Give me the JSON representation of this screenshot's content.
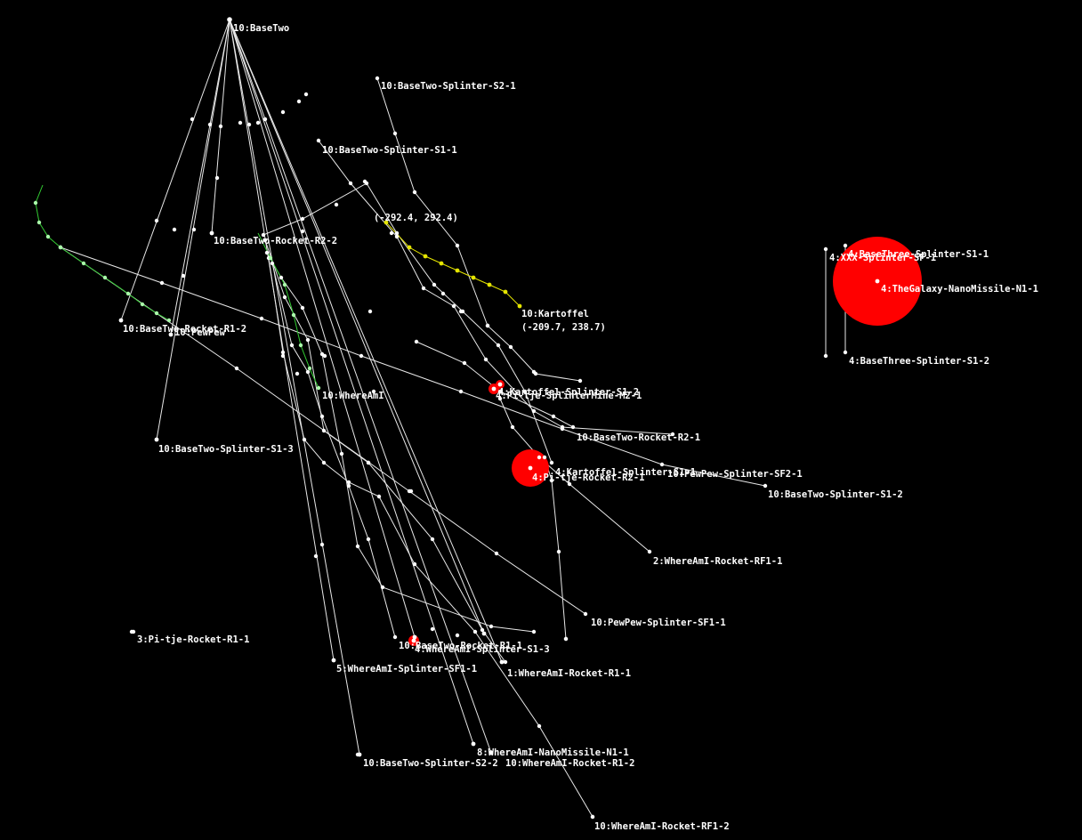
{
  "view": {
    "coord_labels": [
      "(-292.4, 292.4)",
      "(-209.7, 238.7)"
    ]
  },
  "entities": [
    {
      "label": "10:BaseTwo",
      "kind": "ship"
    },
    {
      "label": "10:BaseTwo-Splinter-S2-1",
      "kind": "splinter"
    },
    {
      "label": "10:BaseTwo-Splinter-S1-1",
      "kind": "splinter"
    },
    {
      "label": "10:BaseTwo-Rocket-R2-2",
      "kind": "rocket"
    },
    {
      "label": "10:BaseTwo-Rocket-R1-2",
      "kind": "rocket"
    },
    {
      "label": "10:PewPew",
      "kind": "ship"
    },
    {
      "label": "10:WhereAmI",
      "kind": "ship"
    },
    {
      "label": "10:BaseTwo-Splinter-S1-3",
      "kind": "splinter"
    },
    {
      "label": "10:Kartoffel",
      "kind": "ship"
    },
    {
      "label": "4:Kartoffel-Splinter-S1-2",
      "kind": "splinter"
    },
    {
      "label": "4:Pi-tje-SplinterMine-M2-1",
      "kind": "mine"
    },
    {
      "label": "10:BaseTwo-Rocket-R2-1",
      "kind": "rocket"
    },
    {
      "label": "4:Kartoffel-Splinter-S1-1",
      "kind": "splinter"
    },
    {
      "label": "10:PewPew-Splinter-SF2-1",
      "kind": "splinter"
    },
    {
      "label": "4:Pi-tje-Rocket-R2-1",
      "kind": "rocket"
    },
    {
      "label": "10:BaseTwo-Splinter-S1-2",
      "kind": "splinter"
    },
    {
      "label": "2:WhereAmI-Rocket-RF1-1",
      "kind": "rocket"
    },
    {
      "label": "10:PewPew-Splinter-SF1-1",
      "kind": "splinter"
    },
    {
      "label": "3:Pi-tje-Rocket-R1-1",
      "kind": "rocket"
    },
    {
      "label": "10:BaseTwo-Rocket-R1-1",
      "kind": "rocket"
    },
    {
      "label": "4:WhereAmI-Splinter-S1-3",
      "kind": "splinter"
    },
    {
      "label": "5:WhereAmI-Splinter-SF1-1",
      "kind": "splinter"
    },
    {
      "label": "1:WhereAmI-Rocket-R1-1",
      "kind": "rocket"
    },
    {
      "label": "8:WhereAmI-NanoMissile-N1-1",
      "kind": "missile"
    },
    {
      "label": "10:BaseTwo-Splinter-S2-2",
      "kind": "splinter"
    },
    {
      "label": "10:WhereAmI-Rocket-R1-2",
      "kind": "rocket"
    },
    {
      "label": "10:WhereAmI-Rocket-RF1-2",
      "kind": "rocket"
    },
    {
      "label": "4:BaseThree-Splinter-S1-1",
      "kind": "splinter"
    },
    {
      "label": "4:XXX-Splinter-SF-1",
      "kind": "splinter"
    },
    {
      "label": "4:TheGalaxy-NanoMissile-N1-1",
      "kind": "missile"
    },
    {
      "label": "4:BaseThree-Splinter-S1-2",
      "kind": "splinter"
    }
  ],
  "colors": {
    "background": "#000000",
    "trail": "#e8e8e8",
    "label": "#ffffff",
    "explosion": "#ff0000",
    "green_trail": "#33cc33",
    "yellow_trail": "#e6e600"
  }
}
